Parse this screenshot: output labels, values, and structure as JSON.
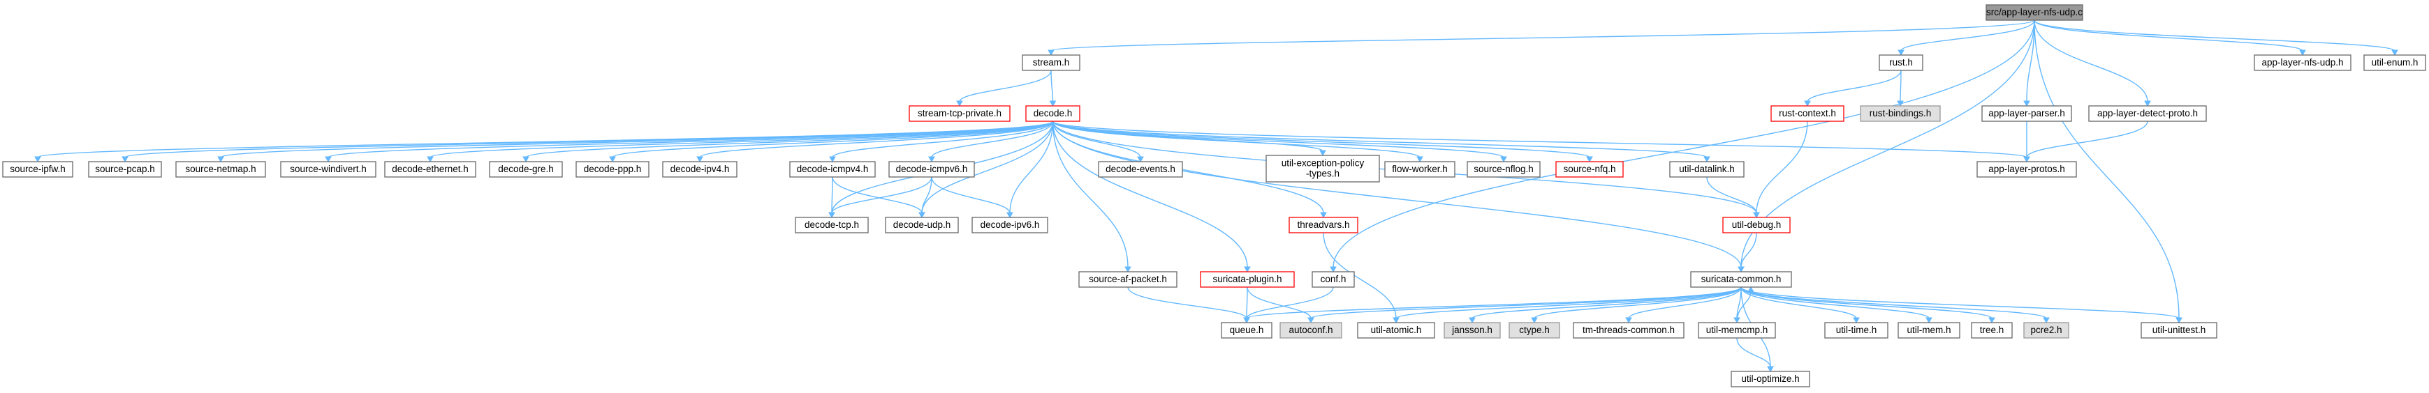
{
  "diagram": {
    "title": "",
    "colors": {
      "edge": "#63b8ff",
      "node_border_default": "#666666",
      "node_fill_default": "#ffffff",
      "node_border_undocumented": "#ff0000",
      "node_fill_external": "#e0e0e0",
      "node_border_external": "#999999",
      "node_fill_root": "#999999",
      "node_border_root": "#666666"
    },
    "nodes": [
      {
        "id": "root",
        "label": "src/app-layer-nfs-udp.c",
        "kind": "root"
      },
      {
        "id": "stream",
        "label": "stream.h",
        "kind": "normal"
      },
      {
        "id": "stream_tcp_private",
        "label": "stream-tcp-private.h",
        "kind": "undocumented"
      },
      {
        "id": "decode",
        "label": "decode.h",
        "kind": "undocumented"
      },
      {
        "id": "rust",
        "label": "rust.h",
        "kind": "normal"
      },
      {
        "id": "rust_context",
        "label": "rust-context.h",
        "kind": "undocumented"
      },
      {
        "id": "rust_bindings",
        "label": "rust-bindings.h",
        "kind": "external"
      },
      {
        "id": "app_layer_parser",
        "label": "app-layer-parser.h",
        "kind": "normal"
      },
      {
        "id": "app_layer_detect_proto",
        "label": "app-layer-detect-proto.h",
        "kind": "normal"
      },
      {
        "id": "app_layer_nfs_udp",
        "label": "app-layer-nfs-udp.h",
        "kind": "normal"
      },
      {
        "id": "util_enum",
        "label": "util-enum.h",
        "kind": "normal"
      },
      {
        "id": "source_ipfw",
        "label": "source-ipfw.h",
        "kind": "normal"
      },
      {
        "id": "source_pcap",
        "label": "source-pcap.h",
        "kind": "normal"
      },
      {
        "id": "source_netmap",
        "label": "source-netmap.h",
        "kind": "normal"
      },
      {
        "id": "source_windivert",
        "label": "source-windivert.h",
        "kind": "normal"
      },
      {
        "id": "decode_ethernet",
        "label": "decode-ethernet.h",
        "kind": "normal"
      },
      {
        "id": "decode_gre",
        "label": "decode-gre.h",
        "kind": "normal"
      },
      {
        "id": "decode_ppp",
        "label": "decode-ppp.h",
        "kind": "normal"
      },
      {
        "id": "decode_ipv4",
        "label": "decode-ipv4.h",
        "kind": "normal"
      },
      {
        "id": "decode_icmpv4",
        "label": "decode-icmpv4.h",
        "kind": "normal"
      },
      {
        "id": "decode_icmpv6",
        "label": "decode-icmpv6.h",
        "kind": "normal"
      },
      {
        "id": "decode_events",
        "label": "decode-events.h",
        "kind": "normal"
      },
      {
        "id": "util_exception_policy_types",
        "label": "util-exception-policy\n-types.h",
        "kind": "normal"
      },
      {
        "id": "flow_worker",
        "label": "flow-worker.h",
        "kind": "normal"
      },
      {
        "id": "source_nflog",
        "label": "source-nflog.h",
        "kind": "normal"
      },
      {
        "id": "source_nfq",
        "label": "source-nfq.h",
        "kind": "undocumented"
      },
      {
        "id": "util_datalink",
        "label": "util-datalink.h",
        "kind": "normal"
      },
      {
        "id": "app_layer_protos",
        "label": "app-layer-protos.h",
        "kind": "normal"
      },
      {
        "id": "decode_tcp",
        "label": "decode-tcp.h",
        "kind": "normal"
      },
      {
        "id": "decode_udp",
        "label": "decode-udp.h",
        "kind": "normal"
      },
      {
        "id": "decode_ipv6",
        "label": "decode-ipv6.h",
        "kind": "normal"
      },
      {
        "id": "threadvars",
        "label": "threadvars.h",
        "kind": "undocumented"
      },
      {
        "id": "util_debug",
        "label": "util-debug.h",
        "kind": "undocumented"
      },
      {
        "id": "source_af_packet",
        "label": "source-af-packet.h",
        "kind": "normal"
      },
      {
        "id": "suricata_plugin",
        "label": "suricata-plugin.h",
        "kind": "undocumented"
      },
      {
        "id": "conf",
        "label": "conf.h",
        "kind": "normal"
      },
      {
        "id": "suricata_common",
        "label": "suricata-common.h",
        "kind": "normal"
      },
      {
        "id": "queue",
        "label": "queue.h",
        "kind": "normal"
      },
      {
        "id": "autoconf",
        "label": "autoconf.h",
        "kind": "external"
      },
      {
        "id": "util_atomic",
        "label": "util-atomic.h",
        "kind": "normal"
      },
      {
        "id": "jansson",
        "label": "jansson.h",
        "kind": "external"
      },
      {
        "id": "ctype",
        "label": "ctype.h",
        "kind": "external"
      },
      {
        "id": "tm_threads_common",
        "label": "tm-threads-common.h",
        "kind": "normal"
      },
      {
        "id": "util_memcmp",
        "label": "util-memcmp.h",
        "kind": "normal"
      },
      {
        "id": "util_time",
        "label": "util-time.h",
        "kind": "normal"
      },
      {
        "id": "util_mem",
        "label": "util-mem.h",
        "kind": "normal"
      },
      {
        "id": "tree",
        "label": "tree.h",
        "kind": "normal"
      },
      {
        "id": "pcre2",
        "label": "pcre2.h",
        "kind": "external"
      },
      {
        "id": "util_unittest",
        "label": "util-unittest.h",
        "kind": "normal"
      },
      {
        "id": "util_optimize",
        "label": "util-optimize.h",
        "kind": "normal"
      }
    ],
    "edges": [
      [
        "root",
        "stream"
      ],
      [
        "root",
        "rust"
      ],
      [
        "root",
        "app_layer_parser"
      ],
      [
        "root",
        "app_layer_detect_proto"
      ],
      [
        "root",
        "app_layer_nfs_udp"
      ],
      [
        "root",
        "util_enum"
      ],
      [
        "root",
        "suricata_common"
      ],
      [
        "root",
        "conf"
      ],
      [
        "root",
        "util_unittest"
      ],
      [
        "stream",
        "stream_tcp_private"
      ],
      [
        "stream",
        "decode"
      ],
      [
        "rust",
        "rust_context"
      ],
      [
        "rust",
        "rust_bindings"
      ],
      [
        "rust_context",
        "util_debug"
      ],
      [
        "app_layer_parser",
        "app_layer_protos"
      ],
      [
        "app_layer_detect_proto",
        "app_layer_protos"
      ],
      [
        "decode",
        "source_ipfw"
      ],
      [
        "decode",
        "source_pcap"
      ],
      [
        "decode",
        "source_netmap"
      ],
      [
        "decode",
        "source_windivert"
      ],
      [
        "decode",
        "decode_ethernet"
      ],
      [
        "decode",
        "decode_gre"
      ],
      [
        "decode",
        "decode_ppp"
      ],
      [
        "decode",
        "decode_ipv4"
      ],
      [
        "decode",
        "decode_icmpv4"
      ],
      [
        "decode",
        "decode_icmpv6"
      ],
      [
        "decode",
        "decode_events"
      ],
      [
        "decode",
        "util_exception_policy_types"
      ],
      [
        "decode",
        "flow_worker"
      ],
      [
        "decode",
        "source_nflog"
      ],
      [
        "decode",
        "source_nfq"
      ],
      [
        "decode",
        "util_datalink"
      ],
      [
        "decode",
        "app_layer_protos"
      ],
      [
        "decode",
        "decode_tcp"
      ],
      [
        "decode",
        "decode_udp"
      ],
      [
        "decode",
        "decode_ipv6"
      ],
      [
        "decode",
        "threadvars"
      ],
      [
        "decode",
        "util_debug"
      ],
      [
        "decode",
        "source_af_packet"
      ],
      [
        "decode",
        "suricata_plugin"
      ],
      [
        "decode",
        "suricata_common"
      ],
      [
        "decode_icmpv4",
        "decode_tcp"
      ],
      [
        "decode_icmpv4",
        "decode_udp"
      ],
      [
        "decode_icmpv6",
        "decode_tcp"
      ],
      [
        "decode_icmpv6",
        "decode_udp"
      ],
      [
        "decode_icmpv6",
        "decode_ipv6"
      ],
      [
        "util_datalink",
        "util_debug"
      ],
      [
        "threadvars",
        "util_atomic"
      ],
      [
        "util_debug",
        "suricata_common"
      ],
      [
        "source_af_packet",
        "queue"
      ],
      [
        "suricata_plugin",
        "queue"
      ],
      [
        "suricata_plugin",
        "autoconf"
      ],
      [
        "conf",
        "queue"
      ],
      [
        "suricata_common",
        "queue"
      ],
      [
        "suricata_common",
        "autoconf"
      ],
      [
        "suricata_common",
        "util_atomic"
      ],
      [
        "suricata_common",
        "jansson"
      ],
      [
        "suricata_common",
        "ctype"
      ],
      [
        "suricata_common",
        "tm_threads_common"
      ],
      [
        "suricata_common",
        "util_memcmp"
      ],
      [
        "suricata_common",
        "util_time"
      ],
      [
        "suricata_common",
        "util_mem"
      ],
      [
        "suricata_common",
        "tree"
      ],
      [
        "suricata_common",
        "pcre2"
      ],
      [
        "suricata_common",
        "util_unittest"
      ],
      [
        "suricata_common",
        "util_optimize"
      ],
      [
        "util_memcmp",
        "suricata_common"
      ],
      [
        "util_memcmp",
        "util_optimize"
      ]
    ]
  }
}
